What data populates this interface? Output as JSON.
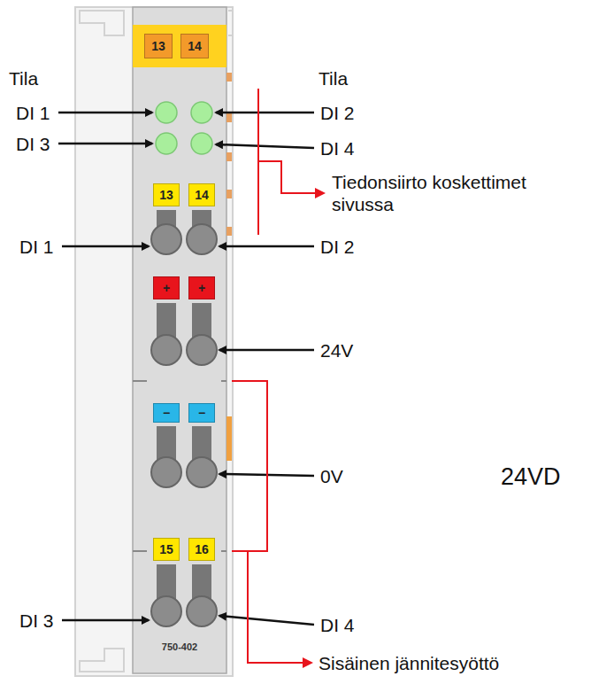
{
  "diagram": {
    "nodes": [
      {
        "text": [
          "750-402"
        ]
      },
      {
        "text": [
          "13"
        ],
        "in": 0
      },
      {
        "text": [
          "14"
        ],
        "in": 0
      },
      {
        "text": [
          "13"
        ],
        "in": 0
      },
      {
        "text": [
          "14"
        ],
        "in": 0
      },
      {
        "text": [
          "+"
        ],
        "in": 0
      },
      {
        "text": [
          "+"
        ],
        "in": 0
      },
      {
        "text": [
          "−"
        ],
        "in": 0
      },
      {
        "text": [
          "−"
        ],
        "in": 0
      },
      {
        "text": [
          "15"
        ],
        "in": 0
      },
      {
        "text": [
          "16"
        ],
        "in": 0
      }
    ],
    "labels": [
      "Tila",
      "Tila",
      "DI 1",
      "DI 2",
      "DI 3",
      "DI 4",
      "Tiedonsiirto koskettimet sivussa",
      "DI 1",
      "DI 2",
      "24V",
      "0V",
      "24VD",
      "DI 3",
      "DI 4",
      "Sisäinen jännitesyöttö"
    ]
  }
}
